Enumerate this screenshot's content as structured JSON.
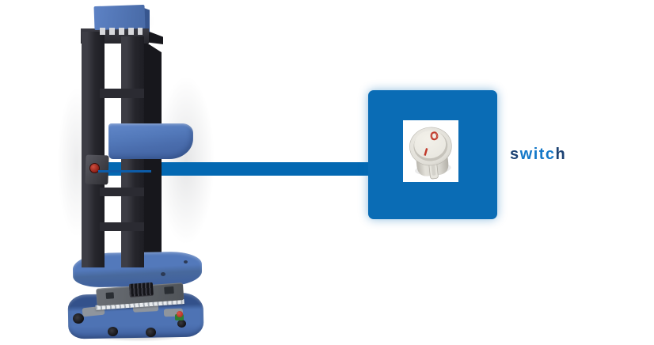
{
  "illustration": {
    "kind": "annotated-3d-render",
    "machine": {
      "colors": {
        "body_blue": "#4e73b4",
        "frame_black": "#26262c",
        "plate_blue": "#5379bb",
        "button_red": "#8e1f16",
        "pcb_grey": "#63676d"
      },
      "parts": [
        {
          "name": "top-cap"
        },
        {
          "name": "mast-frame"
        },
        {
          "name": "lift-tray"
        },
        {
          "name": "power-switch-module"
        },
        {
          "name": "base-plate"
        },
        {
          "name": "drive-cart"
        },
        {
          "name": "controller-board"
        }
      ]
    },
    "callout": {
      "label": "switch",
      "label_letters": [
        {
          "char": "s",
          "color": "#1c4273"
        },
        {
          "char": "w",
          "color": "#1478c8"
        },
        {
          "char": "i",
          "color": "#1478c8"
        },
        {
          "char": "t",
          "color": "#1478c8"
        },
        {
          "char": "c",
          "color": "#1478c8"
        },
        {
          "char": "h",
          "color": "#1c4273"
        }
      ],
      "box_color": "#0a6cb5",
      "connector_color": "#0368b2",
      "switch_image": {
        "off_mark": "O",
        "on_mark": "I",
        "mark_color": "#c0392b",
        "body_color": "#e9e7e0"
      }
    }
  }
}
